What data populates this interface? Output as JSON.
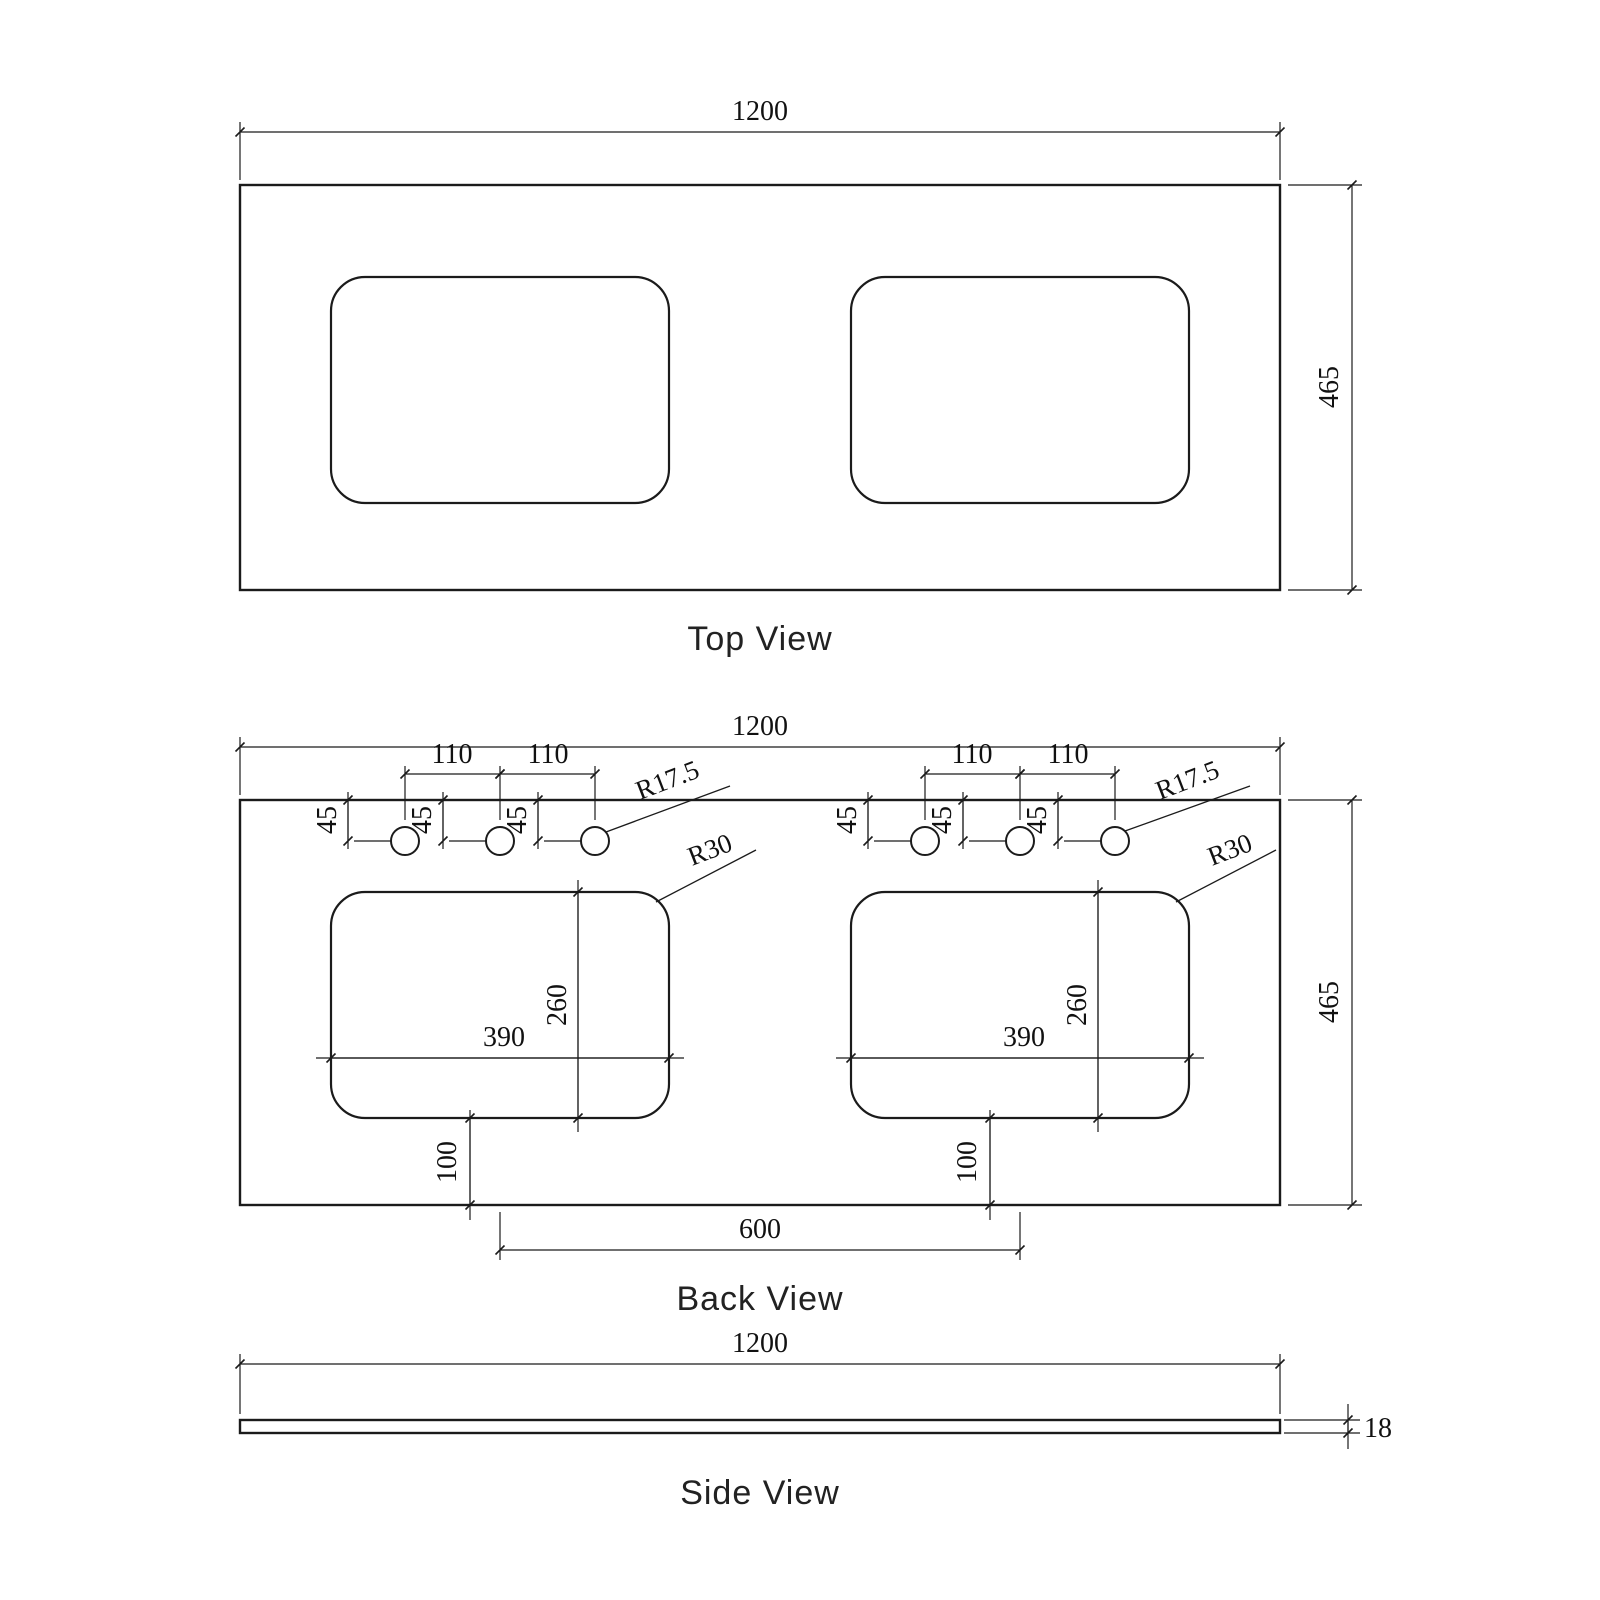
{
  "views": {
    "top": {
      "label": "Top View"
    },
    "back": {
      "label": "Back View"
    },
    "side": {
      "label": "Side View"
    }
  },
  "dims": {
    "overall_width": "1200",
    "overall_depth": "465",
    "tap_hole_spacing": "110",
    "tap_hole_setback": "45",
    "tap_hole_radius": "R17.5",
    "cutout_corner_radius": "R30",
    "cutout_width": "390",
    "cutout_depth": "260",
    "cutout_front_offset": "100",
    "bowl_centre_spacing": "600",
    "top_thickness": "18"
  }
}
